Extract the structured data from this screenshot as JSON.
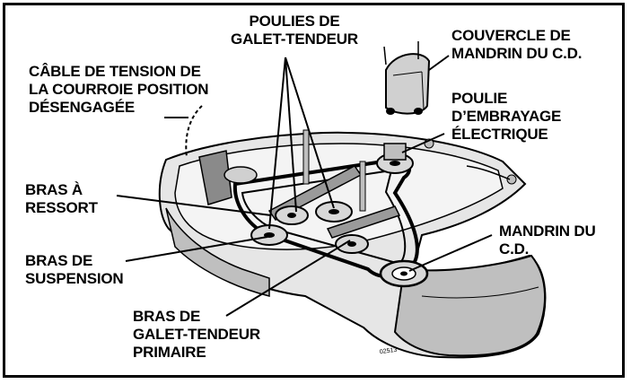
{
  "labels": {
    "idler_pulleys": [
      "POULIES DE",
      "GALET-TENDEUR"
    ],
    "spindle_cover": [
      "COUVERCLE DE",
      "MANDRIN DU C.D."
    ],
    "belt_cable": [
      "CÂBLE DE TENSION DE",
      "LA COURROIE POSITION",
      "DÉSENGAGÉE"
    ],
    "clutch_pulley": [
      "POULIE",
      "D’EMBRAYAGE",
      "ÉLECTRIQUE"
    ],
    "spring_arm": [
      "BRAS À",
      "RESSORT"
    ],
    "spindle": [
      "MANDRIN DU",
      "C.D."
    ],
    "suspension_arm": [
      "BRAS DE",
      "SUSPENSION"
    ],
    "primary_idler_arm": [
      "BRAS DE",
      "GALET-TENDEUR",
      "PRIMAIRE"
    ]
  },
  "figure_code": "02513",
  "colors": {
    "ink": "#000000",
    "shade": "#bfbfbf",
    "light": "#e6e6e6",
    "paper": "#ffffff"
  }
}
